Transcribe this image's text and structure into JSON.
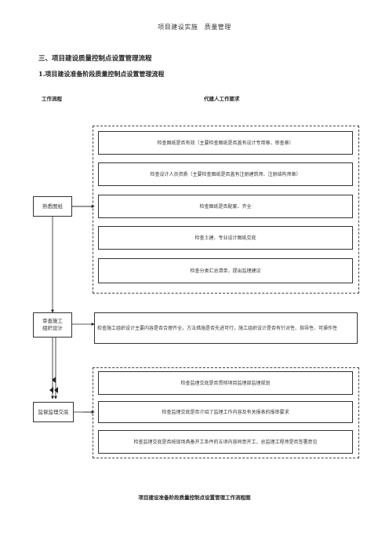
{
  "header": {
    "text": "项目建设实施　质量管理"
  },
  "heading": {
    "main": "三、项目建设质量控制点设置管理流程",
    "sub": "1.项目建设准备阶段质量控制点设置管理流程"
  },
  "columns": {
    "left": "工作流程",
    "right": "代建人工作要求"
  },
  "nodes": {
    "review_drawings": "熟悉图纸",
    "review_design": "审查施工\n组织设计",
    "supervise_disclosure": "监督监理交底"
  },
  "requirements": {
    "group1": [
      "检查图纸是否有效（主要检查图纸是否盖有设计专用章、审查章）",
      "检查设计人员资质（主要检查图纸是否盖有注册建筑师、注册结构师章）",
      "检查图纸是否配套、齐全",
      "检查土建、专业设计图纸交底",
      "检查分类汇总清单，提出监理建议"
    ],
    "design_check": "检查施工组织设计主要内容是否合理齐全，方法措施是否先进可行，施工组织设计是否有针对性、指导性、可操作性",
    "group2": [
      "检查监理交底是否贯彻项目监理部监理规划",
      "检查监理交底是否介绍了监理工作内容及有关报表的报审要求",
      "检查监理交底是否按现场具备开工条件的五项内容同意开工，总监理工程师是否签署意见"
    ]
  },
  "caption": "项目建设准备阶段质量控制点设置管理工作流程图"
}
